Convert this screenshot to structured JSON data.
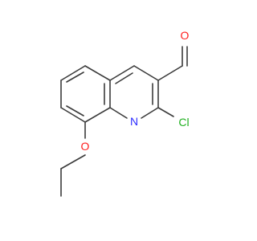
{
  "molecule": {
    "atoms": {
      "oxygen_aldehyde": {
        "label": "O",
        "color": "#ff1f1f"
      },
      "nitrogen": {
        "label": "N",
        "color": "#2f2fff"
      },
      "chlorine": {
        "label": "Cl",
        "color": "#20b020"
      },
      "oxygen_ether": {
        "label": "O",
        "color": "#ff1f1f"
      }
    }
  }
}
